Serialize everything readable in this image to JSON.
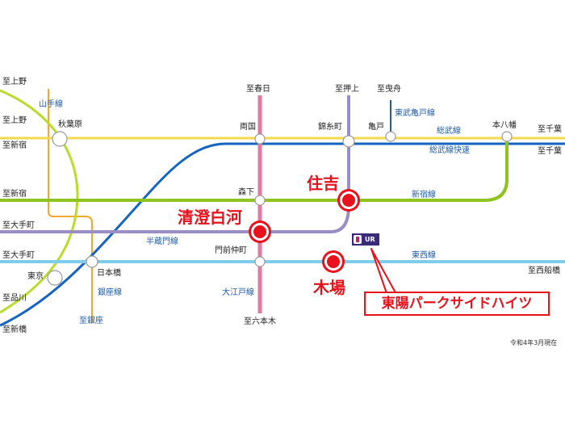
{
  "lines": [
    {
      "id": "sobu",
      "name": "総武線",
      "color": "#f2d94e"
    },
    {
      "id": "sobu-rapid",
      "name": "総武線快速",
      "color": "#1565c0"
    },
    {
      "id": "shinjuku",
      "name": "新宿線",
      "color": "#8fc31f"
    },
    {
      "id": "hanzomon",
      "name": "半蔵門線",
      "color": "#9b8ec4"
    },
    {
      "id": "tozai",
      "name": "東西線",
      "color": "#7fcdec"
    },
    {
      "id": "oedo",
      "name": "大江戸線",
      "color": "#e07aa0"
    },
    {
      "id": "yamanote",
      "name": "山手線",
      "color": "#a8d42a"
    },
    {
      "id": "ginza",
      "name": "銀座線",
      "color": "#f0a830"
    },
    {
      "id": "kameido",
      "name": "東武亀戸線",
      "color": "#1f5aa6"
    }
  ],
  "directions": {
    "left_ueno_top": "至上野",
    "left_ueno": "至上野",
    "left_shinjuku_1": "至新宿",
    "left_shinjuku_2": "至新宿",
    "left_otemachi_1": "至大手町",
    "left_otemachi_2": "至大手町",
    "left_shinagawa": "至品川",
    "left_shinbashi": "至新橋",
    "ginza_dir": "至銀座",
    "kasuga": "至春日",
    "oshiage": "至押上",
    "hikifune": "至曳舟",
    "chiba_1": "至千葉",
    "chiba_2": "至千葉",
    "nishifunabashi": "至西船橋",
    "roppongi": "至六本木"
  },
  "stations": {
    "akihabara": "秋葉原",
    "ryogoku": "両国",
    "kinshicho": "錦糸町",
    "kameido": "亀戸",
    "motoyawata": "本八幡",
    "morishita": "森下",
    "tokyo": "東京",
    "nihonbashi": "日本橋",
    "monzen": "門前仲町"
  },
  "featured": {
    "sumiyoshi": "住吉",
    "kiyosumi": "清澄白河",
    "kiba": "木場"
  },
  "property": {
    "name": "東陽パークサイドハイツ",
    "logo_text": "UR"
  },
  "note": "令和4年3月現在"
}
